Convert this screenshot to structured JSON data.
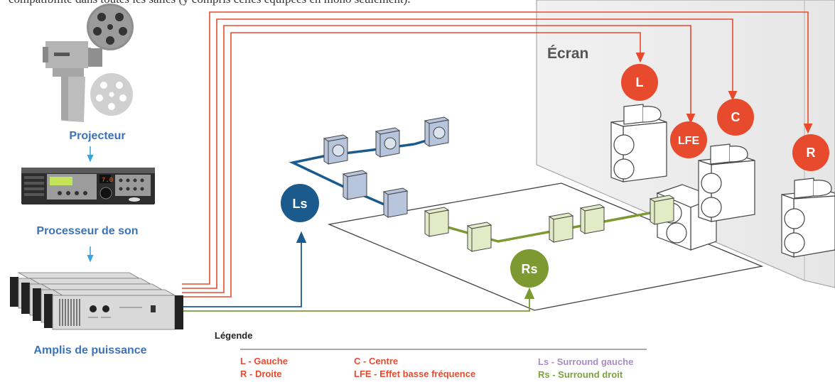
{
  "header": {
    "cut_text": "compatibilité dans toutes les salles (y compris celles équipées en mono seulement)."
  },
  "chain": {
    "projector_label": "Projecteur",
    "processor_label": "Processeur de son",
    "amps_label": "Amplis de puissance"
  },
  "screen": {
    "label": "Écran"
  },
  "channels": {
    "L": "L",
    "C": "C",
    "LFE": "LFE",
    "R": "R",
    "Ls": "Ls",
    "Rs": "Rs"
  },
  "legend": {
    "title": "Légende",
    "items": [
      {
        "text": "L - Gauche",
        "color": "#e84a2e"
      },
      {
        "text": "R - Droite",
        "color": "#e84a2e"
      },
      {
        "text": "C - Centre",
        "color": "#e84a2e"
      },
      {
        "text": "LFE - Effet basse fréquence",
        "color": "#e84a2e"
      },
      {
        "text": "Ls - Surround gauche",
        "color": "#a98cc4"
      },
      {
        "text": "Rs - Surround droit",
        "color": "#7ca33a"
      }
    ]
  },
  "colors": {
    "front": "#e84a2e",
    "left_surround": "#1b5a8c",
    "right_surround": "#7d9a32",
    "label_blue": "#3a73b8",
    "arrow_blue": "#39a3dd"
  }
}
